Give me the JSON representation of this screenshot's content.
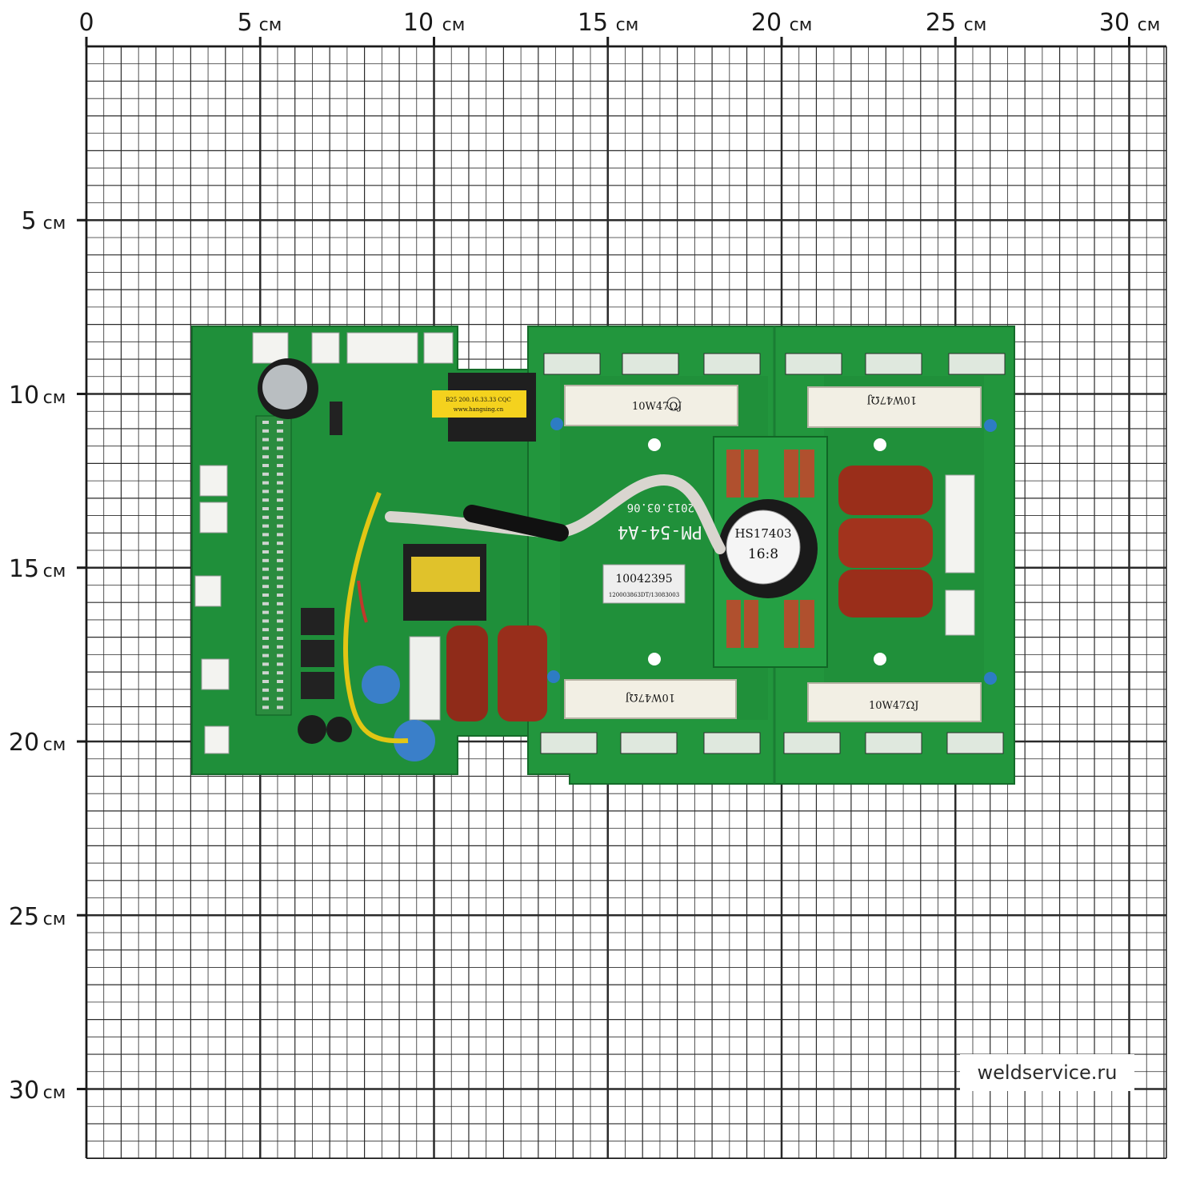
{
  "scale": {
    "unit": "см",
    "top_labels": [
      "0",
      "5",
      "10",
      "15",
      "20",
      "25",
      "30"
    ],
    "left_labels": [
      "5",
      "10",
      "15",
      "20",
      "25",
      "30"
    ]
  },
  "board": {
    "transformer_label": "HS17403",
    "transformer_ratio": "16:8",
    "board_model": "PM-54-A4",
    "board_date": "2013.03.06",
    "sticker_code": "10042395",
    "sticker_sub": "120003863DT/13083003",
    "resistor_label_top_left": "10W47ΩJ",
    "resistor_label_top_right": "10W47ΩJ",
    "resistor_label_bottom_left": "10W47ΩJ",
    "resistor_label_bottom_right": "10W47ΩJ",
    "aux_transformer_label": "B25 200.16.33.33 CQC",
    "aux_transformer_url": "www.hangsing.cn"
  },
  "watermark": "weldservice.ru"
}
